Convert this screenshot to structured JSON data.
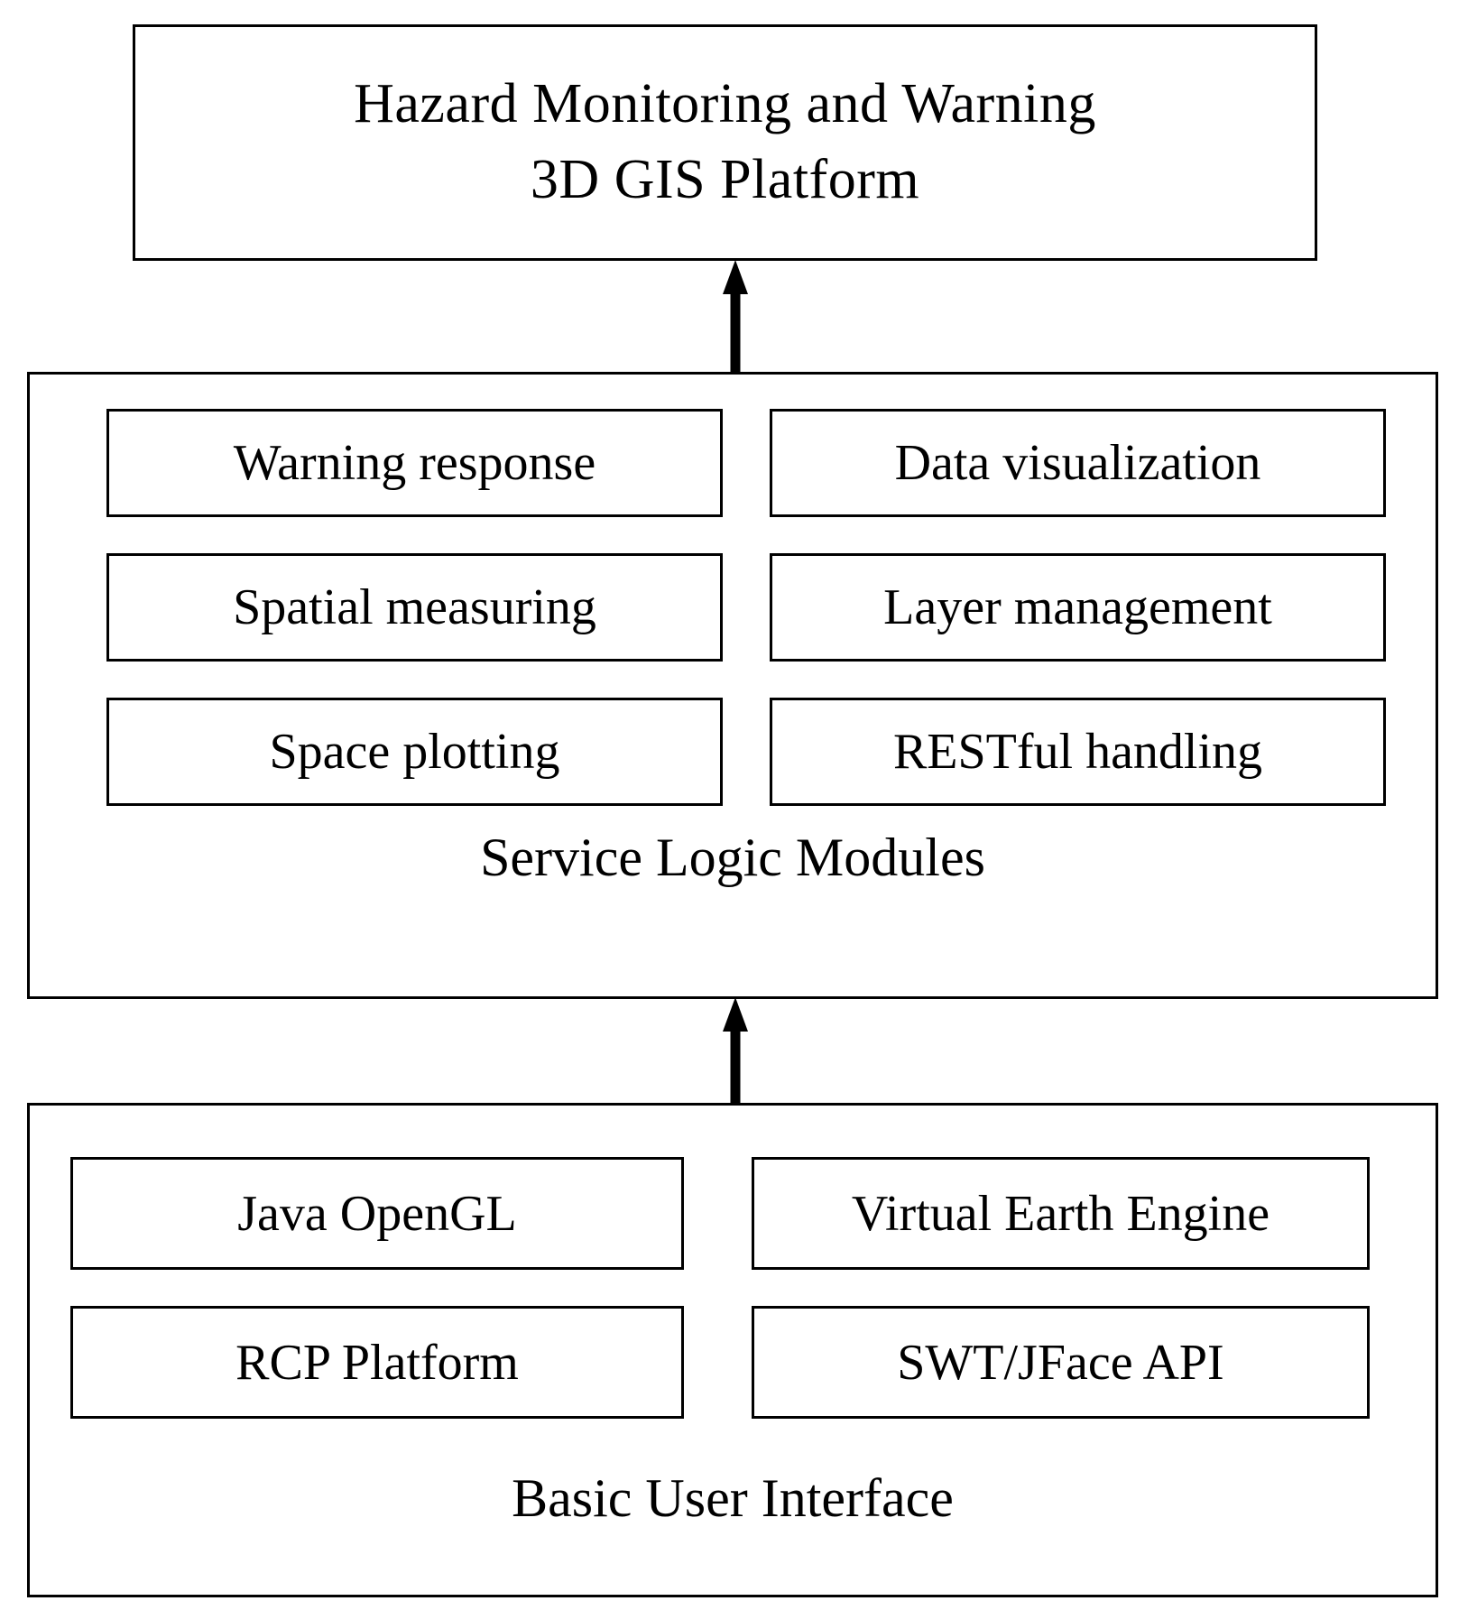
{
  "diagram": {
    "title_block": {
      "name": "hazard-platform",
      "lines": [
        "Hazard Monitoring and Warning",
        "3D GIS Platform"
      ]
    },
    "service_layer": {
      "caption": "Service Logic Modules",
      "modules_left": [
        "Warning response",
        "Spatial measuring",
        "Space plotting"
      ],
      "modules_right": [
        "Data visualization",
        "Layer management",
        "RESTful handling"
      ]
    },
    "ui_layer": {
      "caption": "Basic User Interface",
      "modules_left": [
        "Java OpenGL",
        "RCP Platform"
      ],
      "modules_right": [
        "Virtual Earth Engine",
        "SWT/JFace API"
      ]
    },
    "arrows": [
      {
        "name": "ui-to-service",
        "direction": "up",
        "from": "Basic User Interface",
        "to": "Service Logic Modules"
      },
      {
        "name": "service-to-platform",
        "direction": "up",
        "from": "Service Logic Modules",
        "to": "Hazard Monitoring and Warning 3D GIS Platform"
      }
    ],
    "colors": {
      "stroke": "#000000",
      "fill": "#ffffff",
      "text": "#000000"
    }
  }
}
